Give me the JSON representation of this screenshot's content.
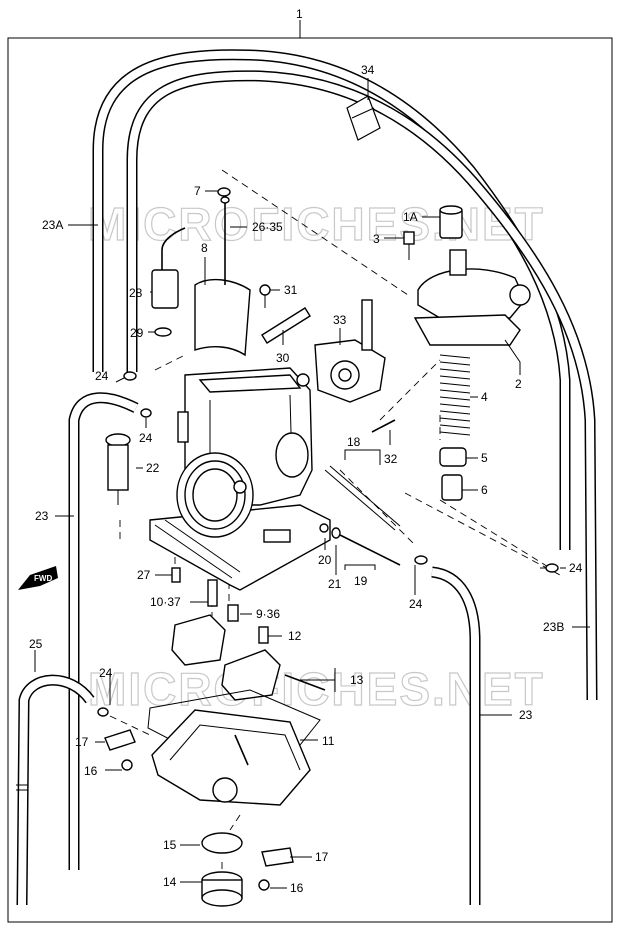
{
  "watermark": "MICROFICHES.NET",
  "fwd_label": "FWD",
  "labels": {
    "p1": "1",
    "p1a": "1A",
    "p2": "2",
    "p3": "3",
    "p4": "4",
    "p5": "5",
    "p6": "6",
    "p7": "7",
    "p8": "8",
    "p9_36": "9·36",
    "p10_37": "10·37",
    "p11": "11",
    "p12": "12",
    "p13": "13",
    "p14": "14",
    "p15": "15",
    "p16a": "16",
    "p16b": "16",
    "p17a": "17",
    "p17b": "17",
    "p18": "18",
    "p19": "19",
    "p20": "20",
    "p21": "21",
    "p22": "22",
    "p23a": "23",
    "p23b": "23",
    "p23A": "23A",
    "p23B": "23B",
    "p24a": "24",
    "p24b": "24",
    "p24c": "24",
    "p24d": "24",
    "p24e": "24",
    "p25": "25",
    "p26_35": "26·35",
    "p27": "27",
    "p28": "28",
    "p29": "29",
    "p30": "30",
    "p31": "31",
    "p32": "32",
    "p33": "33",
    "p34": "34"
  }
}
